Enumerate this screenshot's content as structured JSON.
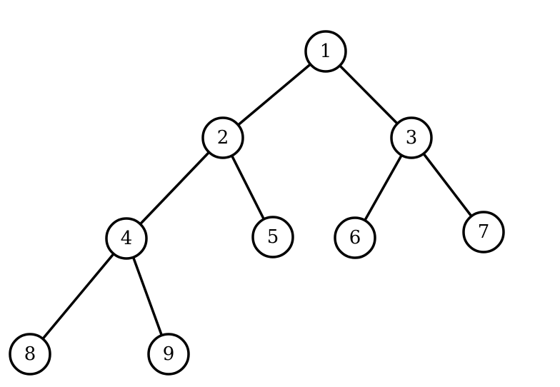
{
  "tree": {
    "nodes": [
      {
        "id": "1",
        "label": "1"
      },
      {
        "id": "2",
        "label": "2"
      },
      {
        "id": "3",
        "label": "3"
      },
      {
        "id": "4",
        "label": "4"
      },
      {
        "id": "5",
        "label": "5"
      },
      {
        "id": "6",
        "label": "6"
      },
      {
        "id": "7",
        "label": "7"
      },
      {
        "id": "8",
        "label": "8"
      },
      {
        "id": "9",
        "label": "9"
      }
    ],
    "edges": [
      {
        "from": "1",
        "to": "2"
      },
      {
        "from": "1",
        "to": "3"
      },
      {
        "from": "2",
        "to": "4"
      },
      {
        "from": "2",
        "to": "5"
      },
      {
        "from": "3",
        "to": "6"
      },
      {
        "from": "3",
        "to": "7"
      },
      {
        "from": "4",
        "to": "8"
      },
      {
        "from": "4",
        "to": "9"
      }
    ]
  }
}
